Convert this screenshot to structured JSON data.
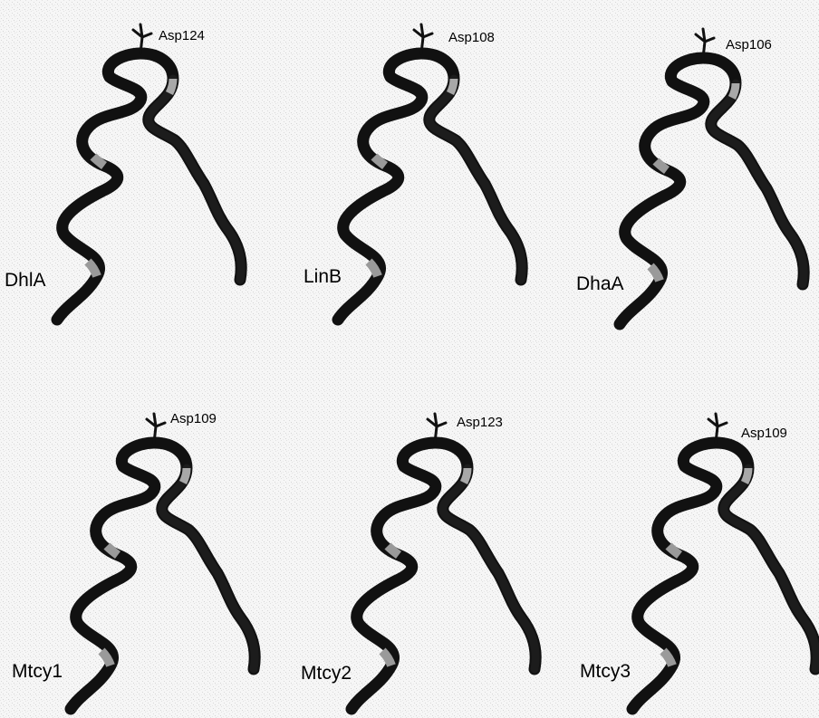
{
  "figure": {
    "panels": [
      {
        "name": "DhlA",
        "residue": "Asp124"
      },
      {
        "name": "LinB",
        "residue": "Asp108"
      },
      {
        "name": "DhaA",
        "residue": "Asp106"
      },
      {
        "name": "Mtcy1",
        "residue": "Asp109"
      },
      {
        "name": "Mtcy2",
        "residue": "Asp123"
      },
      {
        "name": "Mtcy3",
        "residue": "Asp109"
      }
    ]
  },
  "colors": {
    "background": "#ffffff",
    "ribbon": "#111111",
    "ribbon_light": "#6a6a6a",
    "texture": "#e4e4e4"
  }
}
